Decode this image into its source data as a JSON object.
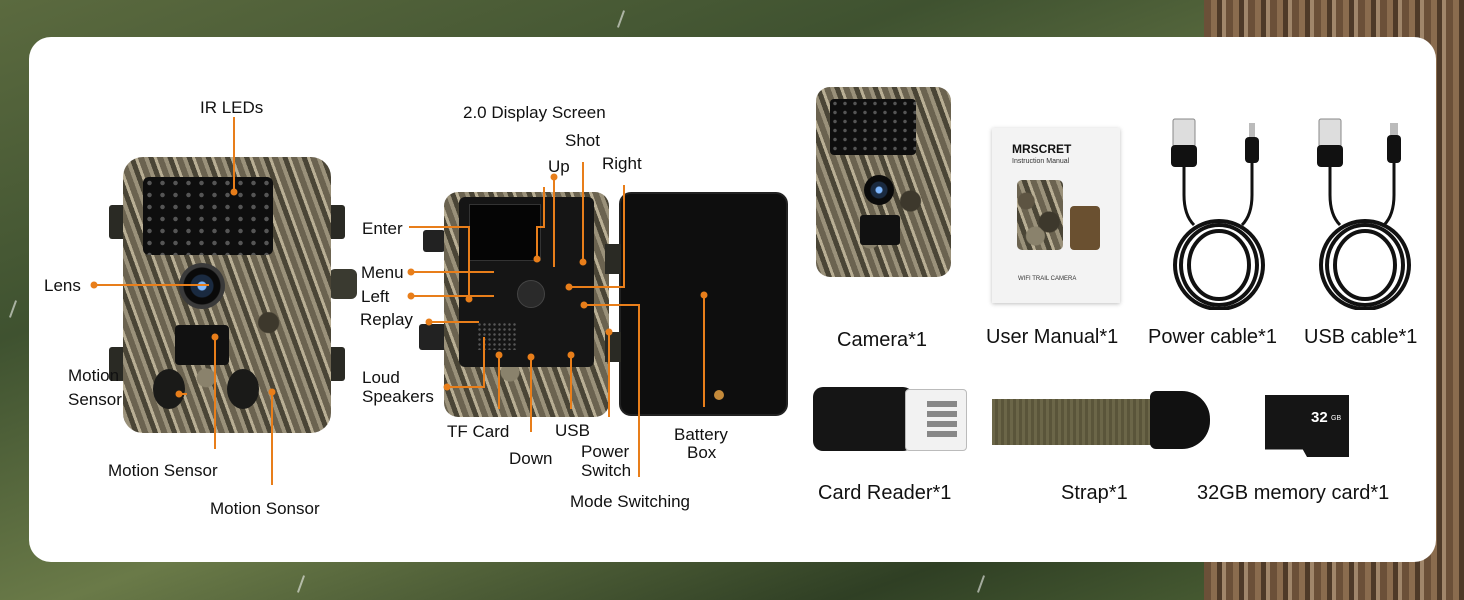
{
  "colors": {
    "accent": "#e87e1a",
    "panel": "#ffffff"
  },
  "labels": {
    "ir_leds": "IR LEDs",
    "lens": "Lens",
    "motion_sensor_left_1": "Motion",
    "motion_sensor_left_2": "Sensor",
    "motion_sensor_bottom": "Motion Sensor",
    "motion_sonsor": "Motion Sonsor",
    "display_screen": "2.0 Display Screen",
    "shot": "Shot",
    "up": "Up",
    "right": "Right",
    "enter": "Enter",
    "menu": "Menu",
    "left": "Left",
    "replay": "Replay",
    "loud": "Loud",
    "speakers": "Speakers",
    "tf_card": "TF Card",
    "usb": "USB",
    "down": "Down",
    "power": "Power",
    "switch": "Switch",
    "mode_switching": "Mode Switching",
    "battery": "Battery",
    "box": "Box"
  },
  "package": {
    "manual_brand": "MRSCRET",
    "manual_sub": "Instruction Manual",
    "manual_footer": "WIFI TRAIL CAMERA",
    "memory_size": "32",
    "memory_unit": "GB",
    "items": {
      "camera": "Camera*1",
      "manual": "User Manual*1",
      "power_cable": "Power cable*1",
      "usb_cable": "USB cable*1",
      "card_reader": "Card Reader*1",
      "strap": "Strap*1",
      "memory_card": "32GB memory card*1"
    }
  }
}
